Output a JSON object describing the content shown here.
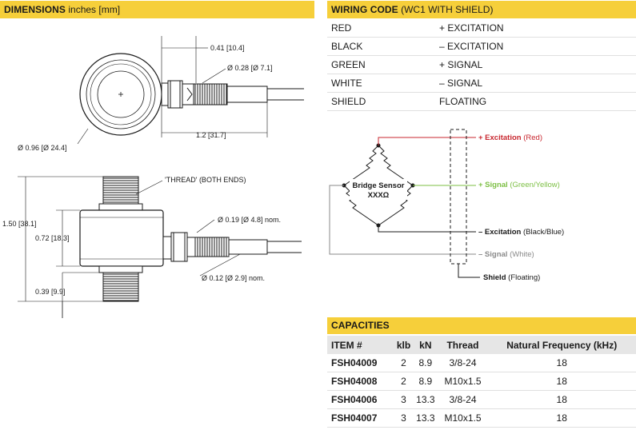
{
  "dimensions": {
    "title": "DIMENSIONS",
    "subtitle": "inches [mm]",
    "labels": {
      "d041": "0.41 [10.4]",
      "d028": "Ø 0.28 [Ø 7.1]",
      "d12": "1.2 [31.7]",
      "d096": "Ø 0.96 [Ø 24.4]",
      "thread": "'THREAD' (BOTH ENDS)",
      "d150": "1.50 [38.1]",
      "d072": "0.72 [18.3]",
      "d039": "0.39 [9.9]",
      "d019": "Ø 0.19 [Ø 4.8] nom.",
      "d012": "Ø 0.12 [Ø 2.9] nom."
    }
  },
  "wiring": {
    "title": "WIRING CODE",
    "subtitle": "(WC1 WITH SHIELD)",
    "rows": [
      {
        "color": "RED",
        "function": "+ EXCITATION"
      },
      {
        "color": "BLACK",
        "function": "– EXCITATION"
      },
      {
        "color": "GREEN",
        "function": "+ SIGNAL"
      },
      {
        "color": "WHITE",
        "function": "– SIGNAL"
      },
      {
        "color": "SHIELD",
        "function": "FLOATING"
      }
    ],
    "diagram": {
      "sensor_line1": "Bridge Sensor",
      "sensor_line2": "XXXΩ",
      "exc_pos": "+ Excitation",
      "exc_pos_color": "(Red)",
      "sig_pos": "+ Signal",
      "sig_pos_color": "(Green/Yellow)",
      "exc_neg": "– Excitation",
      "exc_neg_color": "(Black/Blue)",
      "sig_neg": "– Signal",
      "sig_neg_color": "(White)",
      "shield": "Shield",
      "shield_note": "(Floating)",
      "red": "#c8272f",
      "green": "#7cbf43",
      "gray": "#8a8a8a"
    }
  },
  "capacities": {
    "title": "CAPACITIES",
    "headers": [
      "ITEM #",
      "klb",
      "kN",
      "Thread",
      "Natural Frequency (kHz)"
    ],
    "rows": [
      [
        "FSH04009",
        "2",
        "8.9",
        "3/8-24",
        "18"
      ],
      [
        "FSH04008",
        "2",
        "8.9",
        "M10x1.5",
        "18"
      ],
      [
        "FSH04006",
        "3",
        "13.3",
        "3/8-24",
        "18"
      ],
      [
        "FSH04007",
        "3",
        "13.3",
        "M10x1.5",
        "18"
      ]
    ]
  },
  "colors": {
    "header_bg": "#f6cf3a",
    "table_header_bg": "#e6e6e6"
  }
}
